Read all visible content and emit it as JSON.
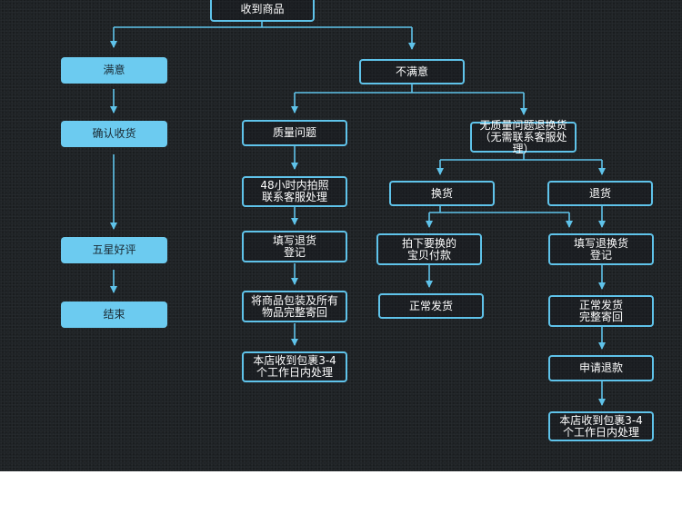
{
  "nodes": {
    "received": "收到商品",
    "satisfied": "满意",
    "confirm_receipt": "确认收货",
    "five_star": "五星好评",
    "end": "结束",
    "unsatisfied": "不满意",
    "quality_issue": "质量问题",
    "within_48h": "48小时内拍照\n联系客服处理",
    "fill_return_form": "填写退货\n登记",
    "pack_and_return": "将商品包装及所有\n物品完整寄回",
    "store_process_left": "本店收到包裹3-4\n个工作日内处理",
    "no_quality_issue": "无质量问题退换货\n（无需联系客服处理）",
    "exchange": "换货",
    "return": "退货",
    "order_replacement": "拍下要换的\n宝贝付款",
    "normal_ship": "正常发货",
    "fill_exchange_form": "填写退换货\n登记",
    "ship_back": "正常发货\n完整寄回",
    "apply_refund": "申请退款",
    "store_process_right": "本店收到包裹3-4\n个工作日内处理"
  },
  "colors": {
    "accent": "#5fc3ea",
    "filled_box": "#6ccbf0",
    "background": "#1f2326"
  }
}
